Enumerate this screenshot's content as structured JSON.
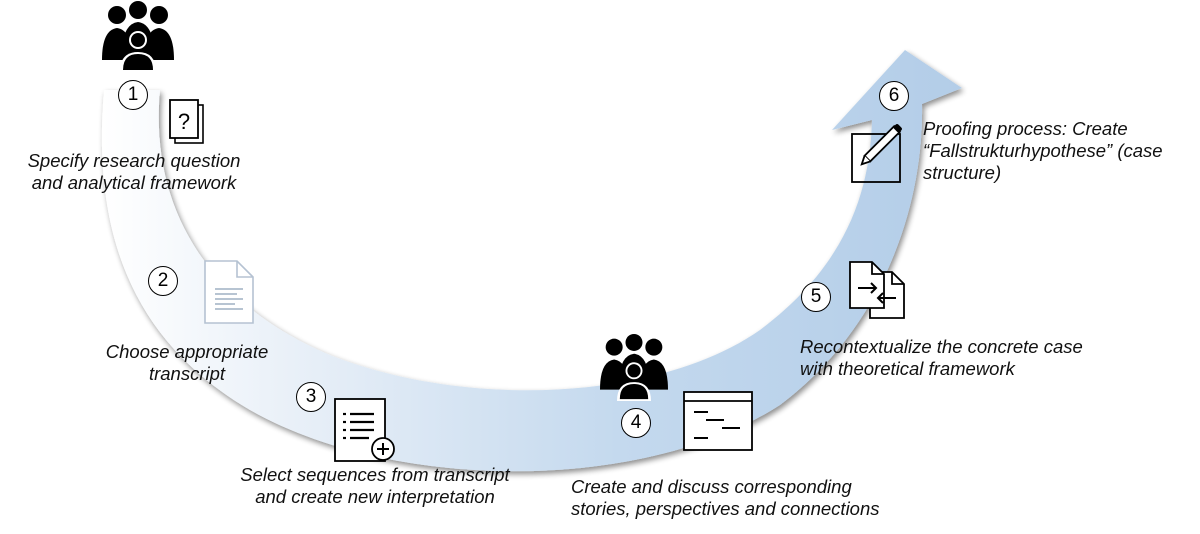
{
  "diagram": {
    "type": "cyclic process arrow",
    "colors": {
      "arrow_start": "#ffffff",
      "arrow_end": "#b3cde8",
      "arrow_shadow": "#6f7f90",
      "text": "#111111",
      "icon_stroke": "#000000",
      "faded_icon": "#9fb0c4"
    },
    "steps": [
      {
        "number": "1",
        "icons": [
          "people-group-icon",
          "question-document-icon"
        ],
        "lines": [
          "Specify research question",
          "and analytical framework"
        ]
      },
      {
        "number": "2",
        "icons": [
          "document-icon"
        ],
        "lines": [
          "Choose appropriate",
          "transcript"
        ]
      },
      {
        "number": "3",
        "icons": [
          "list-add-icon"
        ],
        "lines": [
          "Select sequences from transcript",
          "and create new interpretation"
        ]
      },
      {
        "number": "4",
        "icons": [
          "people-group-icon",
          "window-text-icon"
        ],
        "lines": [
          "Create and discuss corresponding",
          "stories, perspectives and connections"
        ]
      },
      {
        "number": "5",
        "icons": [
          "document-exchange-icon"
        ],
        "lines": [
          "Recontextualize the concrete case",
          "with theoretical framework"
        ]
      },
      {
        "number": "6",
        "icons": [
          "edit-pencil-icon"
        ],
        "lines": [
          "Proofing process: Create",
          "“Fallstrukturhypothese” (case",
          "structure)"
        ]
      }
    ]
  }
}
